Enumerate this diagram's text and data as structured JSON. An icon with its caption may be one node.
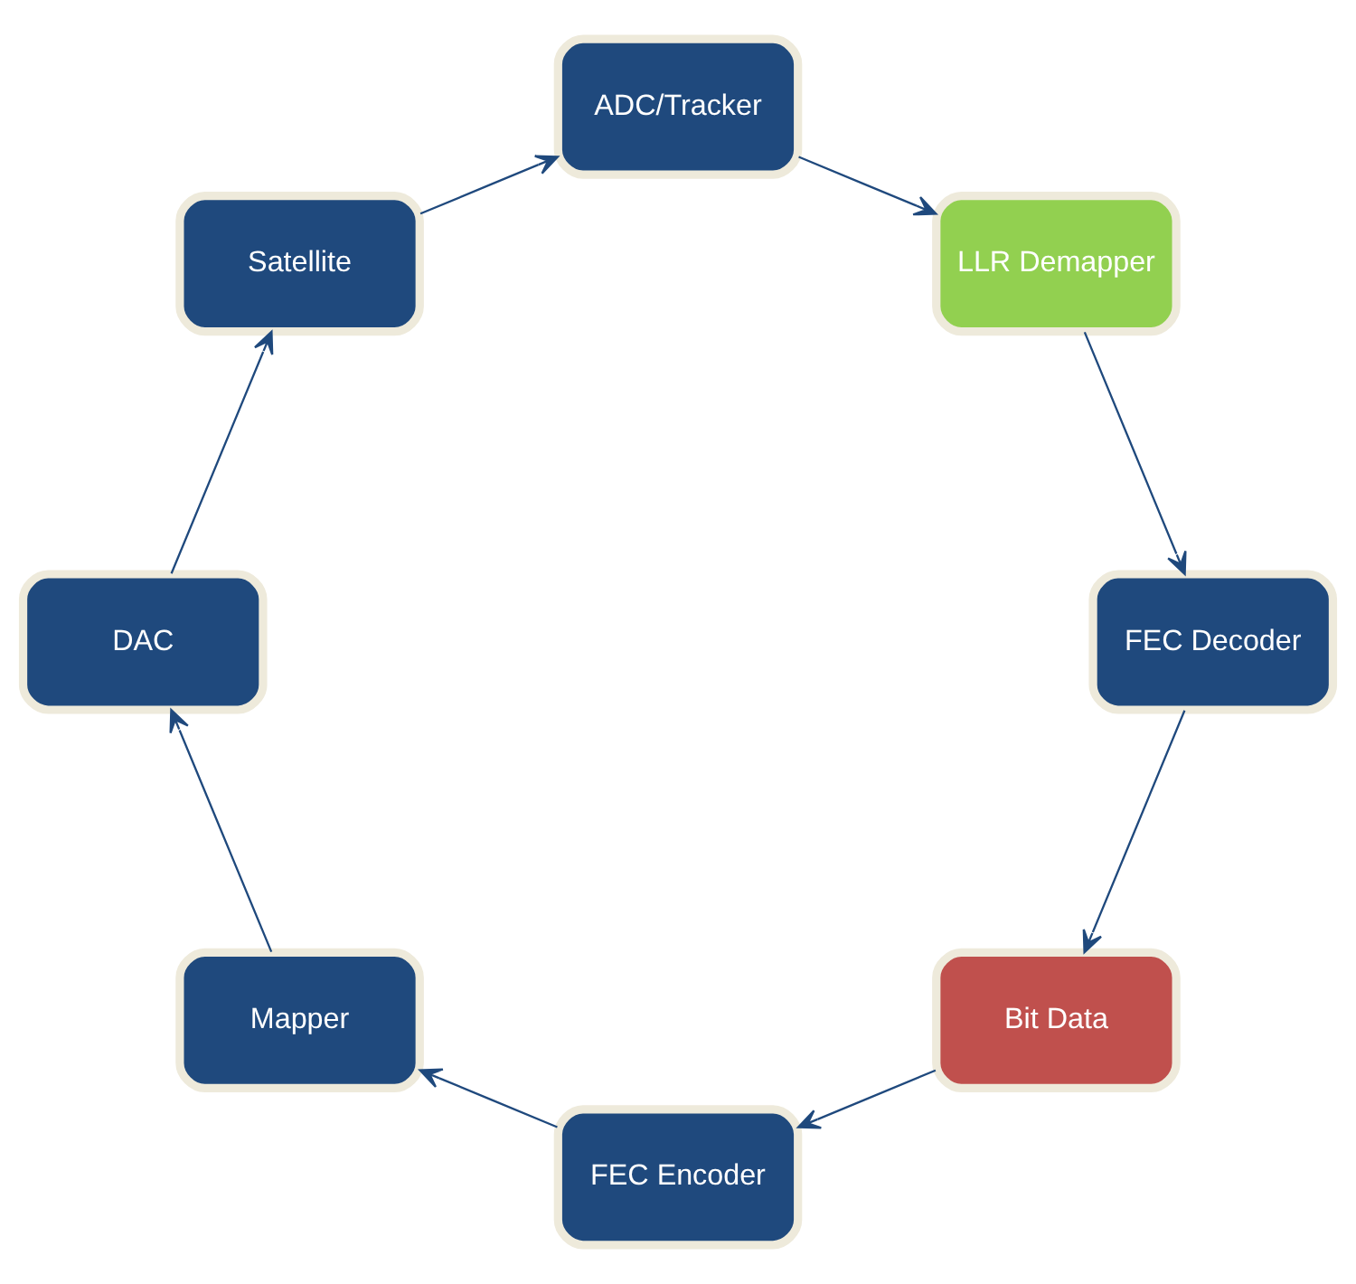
{
  "diagram": {
    "nodes": [
      {
        "text": [
          "Bit Data"
        ]
      },
      {
        "text": [
          "FEC Encoder"
        ]
      },
      {
        "text": [
          "Mapper"
        ]
      },
      {
        "text": [
          "DAC"
        ]
      },
      {
        "text": [
          "Satellite"
        ]
      },
      {
        "text": [
          "ADC/Tracker"
        ]
      },
      {
        "text": [
          "LLR Demapper"
        ]
      },
      {
        "text": [
          "FEC Decoder"
        ]
      }
    ],
    "edges": [
      {
        "from": 0,
        "to": 1,
        "arrow": "to"
      },
      {
        "from": 1,
        "to": 2,
        "arrow": "to"
      },
      {
        "from": 2,
        "to": 3,
        "arrow": "to"
      },
      {
        "from": 3,
        "to": 4,
        "arrow": "to"
      },
      {
        "from": 4,
        "to": 5,
        "arrow": "to"
      },
      {
        "from": 5,
        "to": 6,
        "arrow": "to"
      },
      {
        "from": 6,
        "to": 7,
        "arrow": "to"
      },
      {
        "from": 7,
        "to": 0,
        "arrow": "to"
      }
    ]
  }
}
